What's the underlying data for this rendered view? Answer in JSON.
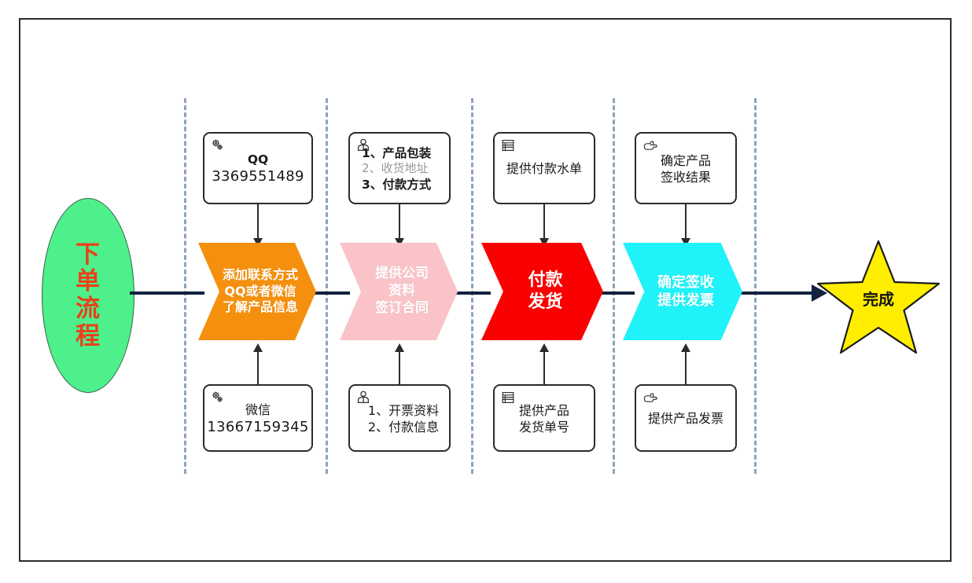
{
  "diagram": {
    "title": "下单流程",
    "start": {
      "label": "下单流程",
      "fill": "#4df08a",
      "text_color": "#e8411c"
    },
    "end": {
      "label": "完成",
      "fill": "#ffee00",
      "text_color": "#111111"
    },
    "connector_color": "#12223f",
    "lane_divider_color": "#8fa3ba",
    "stages": [
      {
        "id": "stage-1",
        "chevron": {
          "lines": "添加联系方式\nQQ或者微信\n了解产品信息",
          "fill": "#f5900e",
          "text_color": "#ffffff",
          "font_size": "16px"
        },
        "top_note": {
          "icon": "gears-icon",
          "lines": [
            {
              "text": "QQ",
              "style": "bold"
            },
            {
              "text": "3369551489",
              "style": "num"
            }
          ]
        },
        "bottom_note": {
          "icon": "gears-icon",
          "lines": [
            {
              "text": "微信",
              "style": "small"
            },
            {
              "text": "13667159345",
              "style": "num"
            }
          ]
        }
      },
      {
        "id": "stage-2",
        "chevron": {
          "lines": "提供公司\n资料\n签订合同",
          "fill": "#f9c3c7",
          "text_color": "#ffffff",
          "font_size": "17px"
        },
        "top_note": {
          "icon": "person-icon",
          "align": "left",
          "lines": [
            {
              "text": "1、产品包装",
              "style": "bold"
            },
            {
              "text": "2、收货地址",
              "style": "gray"
            },
            {
              "text": "3、付款方式",
              "style": "bold"
            }
          ]
        },
        "bottom_note": {
          "icon": "person-icon",
          "lines": [
            {
              "text": "1、开票资料",
              "style": "listed"
            },
            {
              "text": "2、付款信息",
              "style": "listed"
            }
          ]
        }
      },
      {
        "id": "stage-3",
        "chevron": {
          "lines": "付款\n发货",
          "fill": "#fa0000",
          "text_color": "#ffffff",
          "font_size": "22px"
        },
        "top_note": {
          "icon": "list-document-icon",
          "lines": [
            {
              "text": "提供付款水单",
              "style": "small"
            }
          ]
        },
        "bottom_note": {
          "icon": "list-document-icon",
          "lines": [
            {
              "text": "提供产品",
              "style": "small"
            },
            {
              "text": "发货单号",
              "style": "small"
            }
          ]
        }
      },
      {
        "id": "stage-4",
        "chevron": {
          "lines": "确定签收\n提供发票",
          "fill": "#1ff2f8",
          "text_color": "#ffffff",
          "font_size": "18px"
        },
        "top_note": {
          "icon": "pointing-hand-icon",
          "lines": [
            {
              "text": "确定产品",
              "style": "small"
            },
            {
              "text": "签收结果",
              "style": "small"
            }
          ]
        },
        "bottom_note": {
          "icon": "pointing-hand-icon",
          "lines": [
            {
              "text": "提供产品发票",
              "style": "small"
            }
          ]
        }
      }
    ]
  }
}
